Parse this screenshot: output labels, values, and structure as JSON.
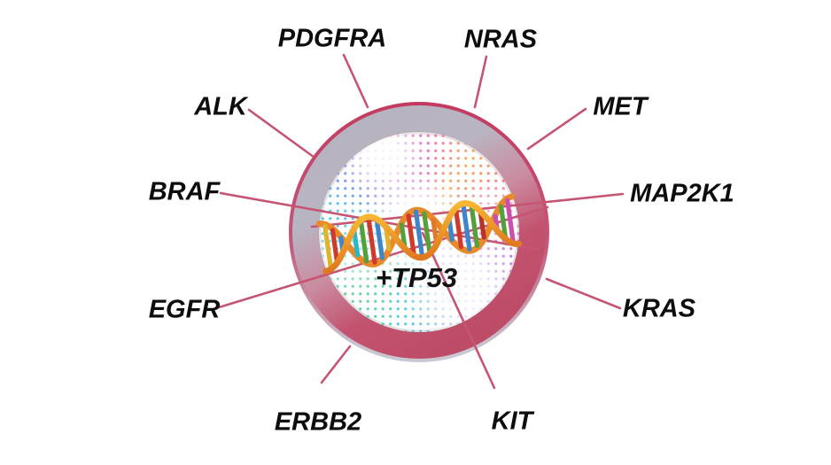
{
  "diagram": {
    "center": {
      "label": "+TP53",
      "icon": "dna-double-helix"
    },
    "genes": [
      "PDGFRA",
      "NRAS",
      "ALK",
      "MET",
      "BRAF",
      "MAP2K1",
      "EGFR",
      "KRAS",
      "ERBB2",
      "KIT"
    ],
    "colors": {
      "connector_line": "#c65573",
      "ring_rose": "#c14e6b",
      "ring_silver": "#b6b4c1",
      "label_text": "#0d0d0d"
    }
  }
}
